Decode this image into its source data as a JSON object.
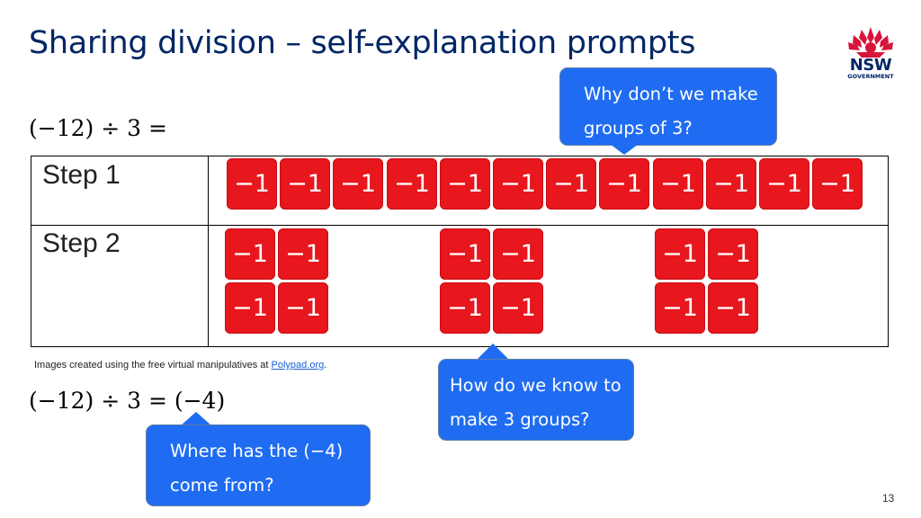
{
  "slide": {
    "title": "Sharing division – self-explanation prompts",
    "page_number": "13"
  },
  "logo": {
    "wordmark": "NSW",
    "subtext": "GOVERNMENT"
  },
  "equations": {
    "problem": "(−12) ÷ 3 =",
    "answer": "(−12) ÷ 3 = (−4)"
  },
  "callouts": {
    "groups_of_three": [
      "Why don’t we make",
      "groups of 3?"
    ],
    "three_groups": [
      "How do we know to",
      "make 3 groups?"
    ],
    "where_from": [
      "Where has the (−4)",
      "come from?"
    ]
  },
  "table": {
    "step1_label": "Step 1",
    "step2_label": "Step 2",
    "tile_label": "−1",
    "step1_count": 12,
    "step2_groups": 3,
    "step2_per_group": 4
  },
  "credit": {
    "text": "Images created using the free virtual manipulatives at ",
    "link": "Polypad.org",
    "suffix": "."
  },
  "colors": {
    "title": "#002664",
    "callout": "#1f6cf2",
    "tile": "#e8161d",
    "logo_red": "#d7153a"
  }
}
